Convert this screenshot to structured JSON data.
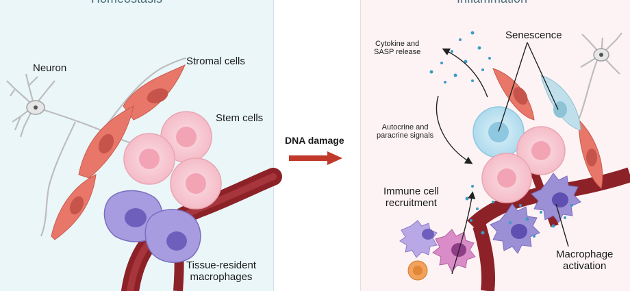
{
  "left_panel": {
    "title": "Homeostasis",
    "labels": {
      "neuron": "Neuron",
      "stromal": "Stromal cells",
      "stem": "Stem cells",
      "macrophages_line1": "Tissue-resident",
      "macrophages_line2": "macrophages"
    }
  },
  "transition": {
    "label": "DNA damage"
  },
  "right_panel": {
    "title": "Inflammation",
    "labels": {
      "cytokine_line1": "Cytokine and",
      "cytokine_line2": "SASP release",
      "senescence": "Senescence",
      "autocrine_line1": "Autocrine and",
      "autocrine_line2": "paracrine signals",
      "immune_line1": "Immune cell",
      "immune_line2": "recruitment",
      "macrophage_act_line1": "Macrophage",
      "macrophage_act_line2": "activation"
    }
  },
  "colors": {
    "left_bg": "#eaf6f8",
    "right_bg": "#fdf3f4",
    "stromal": "#e8776a",
    "stem": "#f7c6cf",
    "macrophage": "#9b8fd6",
    "vessel": "#9b2a2f",
    "senescent": "#bfe3f0",
    "cytokine_dots": "#3a9cc7",
    "arrow": "#c0392b"
  }
}
